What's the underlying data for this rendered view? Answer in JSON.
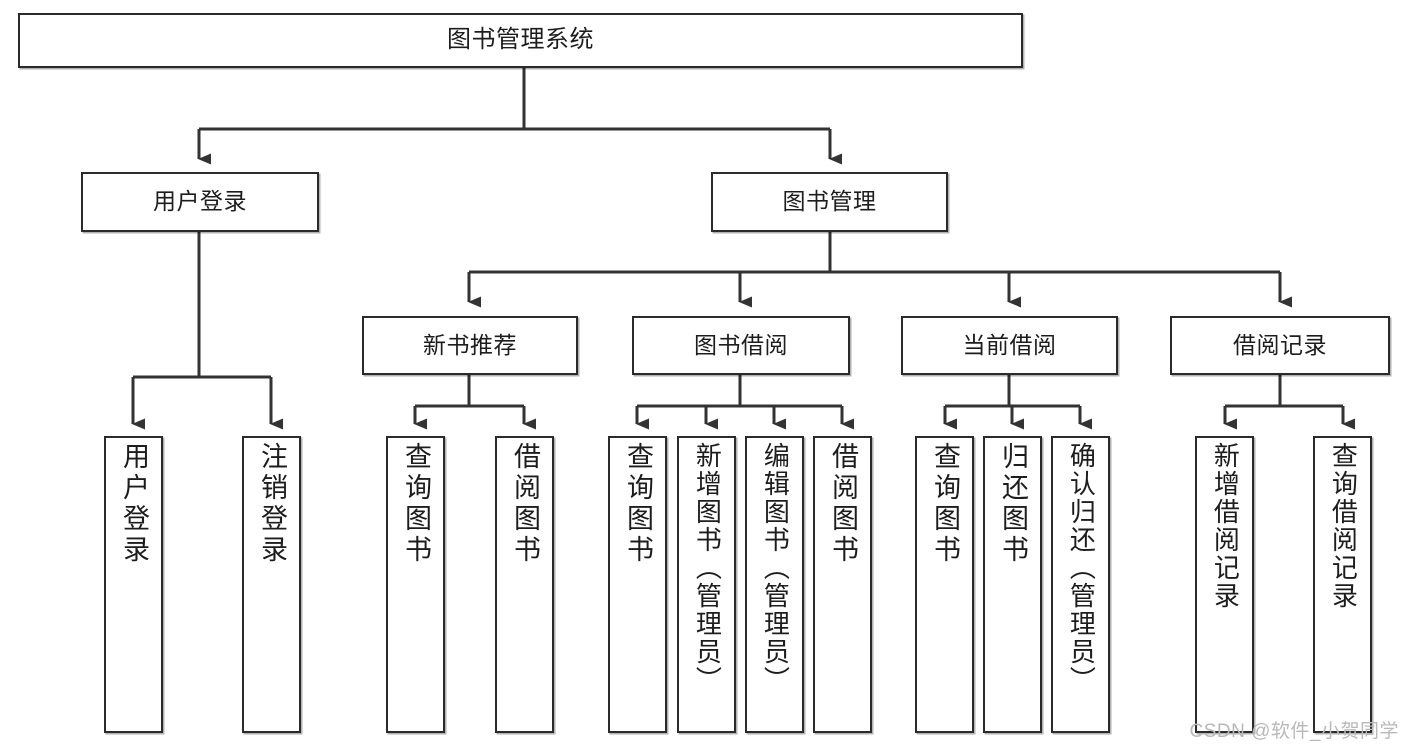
{
  "diagram": {
    "title": "图书管理系统",
    "watermark": "CSDN @软件_小贺同学",
    "colors": {
      "box_border": "#2b2b2b",
      "box_fill": "#ffffff",
      "edge": "#333333",
      "text": "#1d1d1d",
      "watermark": "#b9b9b9"
    },
    "nodes": {
      "root": {
        "label": "图书管理系统"
      },
      "level2": [
        {
          "id": "user-login",
          "label": "用户登录"
        },
        {
          "id": "book-manage",
          "label": "图书管理"
        }
      ],
      "level3": [
        {
          "id": "new-book-rec",
          "label": "新书推荐"
        },
        {
          "id": "book-borrow",
          "label": "图书借阅"
        },
        {
          "id": "current-borrow",
          "label": "当前借阅"
        },
        {
          "id": "borrow-record",
          "label": "借阅记录"
        }
      ],
      "leaves": {
        "user_login": [
          {
            "id": "leaf-user-login",
            "label": "用户登录"
          },
          {
            "id": "leaf-logout",
            "label": "注销登录"
          }
        ],
        "new_book_rec": [
          {
            "id": "leaf-query-book-1",
            "label": "查询图书"
          },
          {
            "id": "leaf-borrow-book-1",
            "label": "借阅图书"
          }
        ],
        "book_borrow": [
          {
            "id": "leaf-query-book-2",
            "label": "查询图书"
          },
          {
            "id": "leaf-add-book",
            "label": "新增图书（管理员）"
          },
          {
            "id": "leaf-edit-book",
            "label": "编辑图书（管理员）"
          },
          {
            "id": "leaf-borrow-book-2",
            "label": "借阅图书"
          }
        ],
        "current_borrow": [
          {
            "id": "leaf-query-book-3",
            "label": "查询图书"
          },
          {
            "id": "leaf-return-book",
            "label": "归还图书"
          },
          {
            "id": "leaf-confirm-return",
            "label": "确认归还（管理员）"
          }
        ],
        "borrow_record": [
          {
            "id": "leaf-add-record",
            "label": "新增借阅记录"
          },
          {
            "id": "leaf-query-record",
            "label": "查询借阅记录"
          }
        ]
      }
    }
  }
}
